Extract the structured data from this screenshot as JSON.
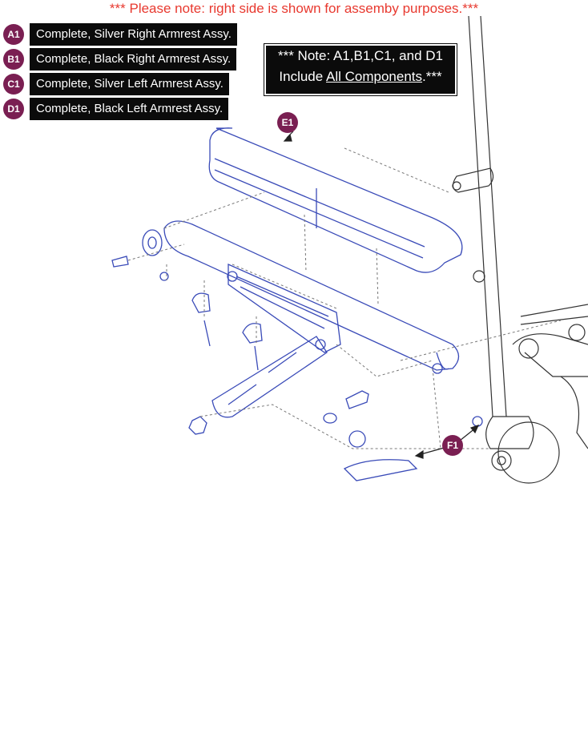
{
  "top_note": "*** Please note: right side is shown for assemby purposes.***",
  "legend": [
    {
      "badge": "A1",
      "label": "Complete, Silver Right Armrest Assy."
    },
    {
      "badge": "B1",
      "label": "Complete, Black Right Armrest Assy."
    },
    {
      "badge": "C1",
      "label": "Complete, Silver Left Armrest Assy."
    },
    {
      "badge": "D1",
      "label": "Complete, Black Left Armrest Assy."
    }
  ],
  "box_note": {
    "line1": "*** Note: A1,B1,C1, and D1",
    "line2_prefix": "Include ",
    "line2_underlined": "All Components",
    "line2_suffix": ".***"
  },
  "callouts": {
    "e1": "E1",
    "f1": "F1"
  },
  "colors": {
    "badge": "#7a1f52",
    "part_lines": "#3a4bb8",
    "frame_lines": "#333333",
    "top_note": "#e8392f"
  }
}
